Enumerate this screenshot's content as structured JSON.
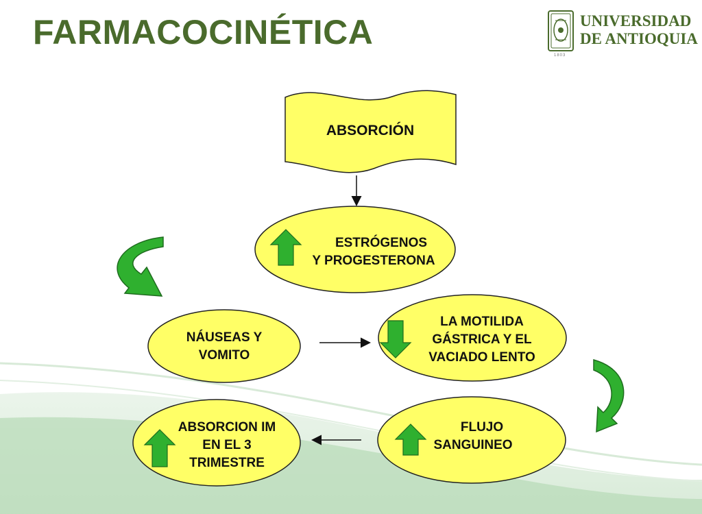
{
  "slide": {
    "title": "FARMACOCINÉTICA"
  },
  "logo": {
    "line1": "UNIVERSIDAD",
    "line2": "DE ANTIOQUIA",
    "year": "1803"
  },
  "nodes": {
    "absorcion": "ABSORCIÓN",
    "estrogenos": {
      "line1": "ESTRÓGENOS",
      "line2": "Y PROGESTERONA",
      "indicator": "up"
    },
    "nauseas": {
      "line1": "NÁUSEAS Y",
      "line2": "VOMITO"
    },
    "motilidad": {
      "line1": "LA MOTILIDA",
      "line2": "GÁSTRICA Y EL",
      "line3": "VACIADO LENTO",
      "indicator": "down"
    },
    "flujo": {
      "line1": "FLUJO",
      "line2": "SANGUINEO",
      "indicator": "up"
    },
    "absorcion_im": {
      "line1": "ABSORCION IM",
      "line2": "EN EL 3",
      "line3": "TRIMESTRE",
      "indicator": "up"
    }
  },
  "colors": {
    "title": "#4a6b2c",
    "node_fill": "#ffff66",
    "arrow_green": "#2fb02f",
    "arrow_outline": "#1e6b1e"
  }
}
